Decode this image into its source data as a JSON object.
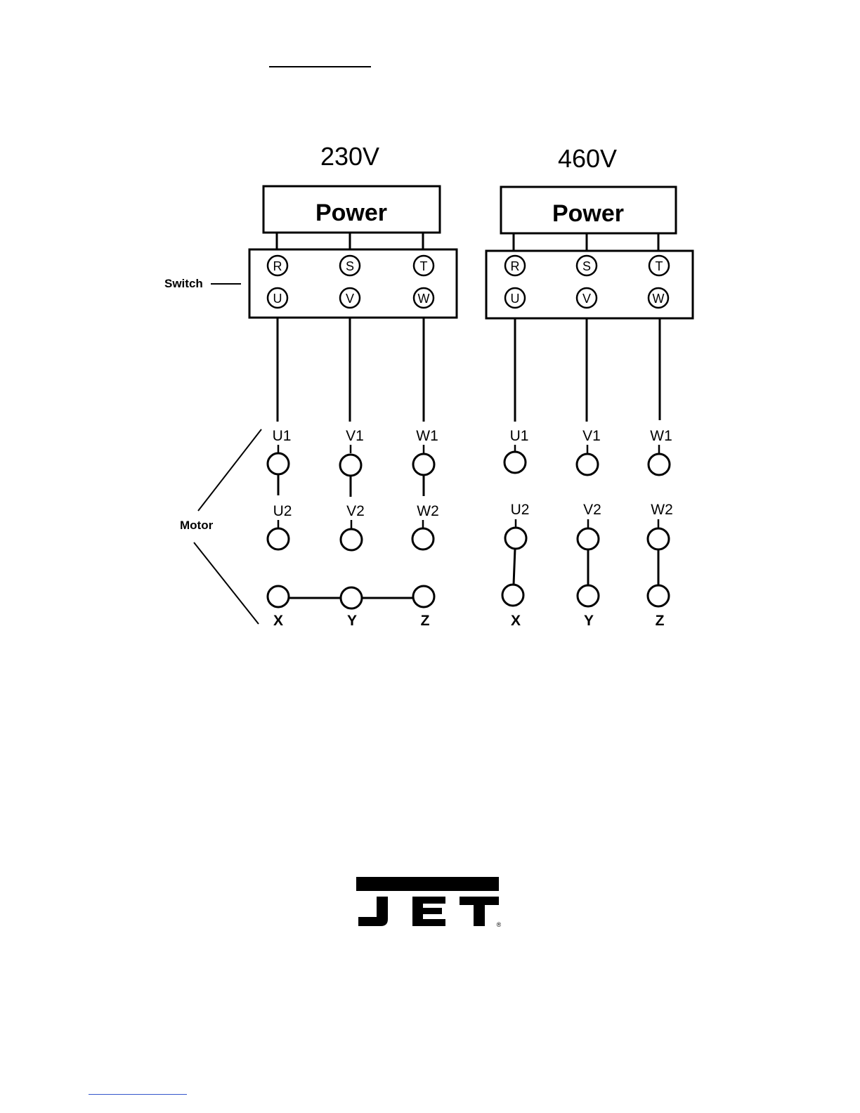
{
  "diagrams": [
    {
      "voltage": "230V",
      "power_label": "Power",
      "switch_top": [
        "R",
        "S",
        "T"
      ],
      "switch_bottom": [
        "U",
        "V",
        "W"
      ],
      "motor_row1": [
        "U1",
        "V1",
        "W1"
      ],
      "motor_row2": [
        "U2",
        "V2",
        "W2"
      ],
      "motor_row3": [
        "X",
        "Y",
        "Z"
      ],
      "connection": "star"
    },
    {
      "voltage": "460V",
      "power_label": "Power",
      "switch_top": [
        "R",
        "S",
        "T"
      ],
      "switch_bottom": [
        "U",
        "V",
        "W"
      ],
      "motor_row1": [
        "U1",
        "V1",
        "W1"
      ],
      "motor_row2": [
        "U2",
        "V2",
        "W2"
      ],
      "motor_row3": [
        "X",
        "Y",
        "Z"
      ],
      "connection": "series"
    }
  ],
  "labels": {
    "switch": "Switch",
    "motor": "Motor"
  },
  "logo": {
    "text": "JET",
    "registered": "®"
  },
  "colors": {
    "ink": "#000000",
    "link_rule": "#3355cc"
  }
}
